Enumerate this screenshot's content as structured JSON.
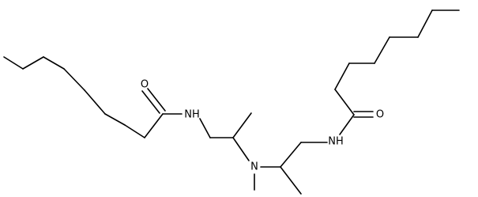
{
  "diagram": {
    "type": "skeletal-structure",
    "colors": {
      "bond": "#000000",
      "label": "#000000",
      "background": "#ffffff"
    },
    "atom_labels": {
      "oxygen_left": "O",
      "amide_nh_left": "NH",
      "amine_n": "N",
      "amide_nh_right": "NH",
      "oxygen_right": "O"
    }
  }
}
